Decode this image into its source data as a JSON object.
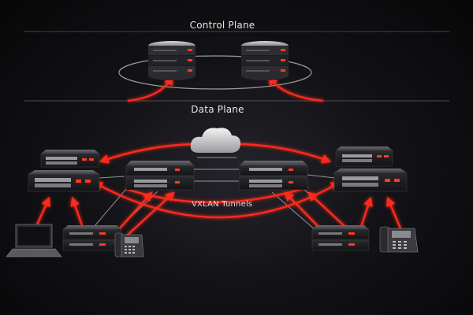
{
  "diagram": {
    "control_plane_label": "Control Plane",
    "data_plane_label": "Data Plane",
    "tunnel_label": "VXLAN Tunnels",
    "accent_color": "#ff2a1a"
  },
  "nodes": [
    {
      "id": "controller-1",
      "kind": "controller",
      "icon": "server-stack-icon"
    },
    {
      "id": "controller-2",
      "kind": "controller",
      "icon": "server-stack-icon"
    },
    {
      "id": "cloud",
      "kind": "cloud",
      "icon": "cloud-icon"
    },
    {
      "id": "spine-1",
      "kind": "switch",
      "icon": "switch-icon"
    },
    {
      "id": "spine-2",
      "kind": "switch",
      "icon": "switch-icon"
    },
    {
      "id": "leaf-left-top",
      "kind": "switch",
      "icon": "switch-icon"
    },
    {
      "id": "leaf-left-bottom",
      "kind": "switch",
      "icon": "switch-icon"
    },
    {
      "id": "leaf-right-top",
      "kind": "switch",
      "icon": "switch-icon"
    },
    {
      "id": "leaf-right-bottom",
      "kind": "switch",
      "icon": "switch-icon"
    },
    {
      "id": "laptop",
      "kind": "endpoint",
      "icon": "laptop-icon"
    },
    {
      "id": "server-left",
      "kind": "endpoint",
      "icon": "server-icon"
    },
    {
      "id": "phone-left",
      "kind": "endpoint",
      "icon": "ip-phone-icon"
    },
    {
      "id": "server-right",
      "kind": "endpoint",
      "icon": "server-icon"
    },
    {
      "id": "phone-right",
      "kind": "endpoint",
      "icon": "ip-phone-icon"
    }
  ]
}
